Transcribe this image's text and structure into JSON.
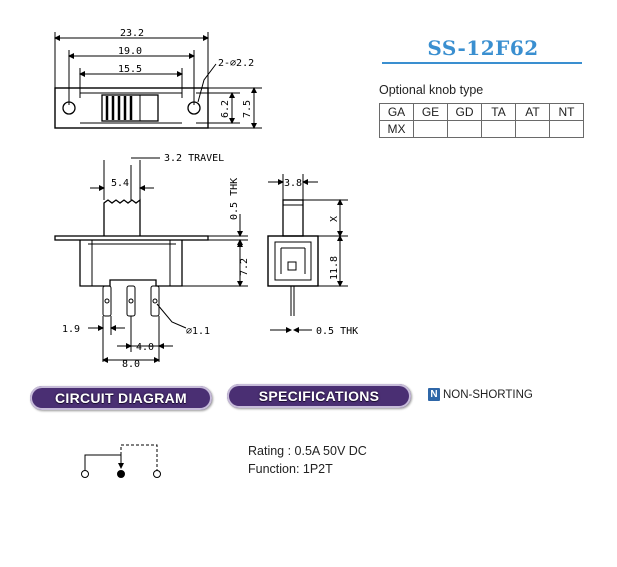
{
  "part_number": "SS-12F62",
  "knob": {
    "caption": "Optional knob type",
    "row1": [
      "GA",
      "GE",
      "GD",
      "TA",
      "AT",
      "NT"
    ],
    "row2": [
      "MX",
      "",
      "",
      "",
      "",
      ""
    ]
  },
  "dimensions": {
    "overall_length": "23.2",
    "mount_hole_pitch": "19.0",
    "body_length": "15.5",
    "holes": "2-∅2.2",
    "frame_height": "6.2",
    "overall_height": "7.5",
    "travel": "3.2 TRAVEL",
    "knob_width": "5.4",
    "plate_thickness": "0.5 THK",
    "body_depth": "7.2",
    "terminal_pin_thickness": "1.9",
    "terminal_hole": "∅1.1",
    "terminal_pitch": "4.0",
    "terminal_span": "8.0",
    "side_width": "3.8",
    "knob_height": "X",
    "side_height": "11.8",
    "pin_thickness": "0.5 THK"
  },
  "sections": {
    "circuit": "CIRCUIT DIAGRAM",
    "specs": "SPECIFICATIONS",
    "contact_icon": "N",
    "contact_type": "NON-SHORTING"
  },
  "specifications": {
    "rating": "Rating : 0.5A 50V DC",
    "function": "Function: 1P2T"
  },
  "colors": {
    "title_blue": "#3a8fd0",
    "banner_purple": "#4a2f73",
    "icon_blue": "#2f67a8"
  }
}
